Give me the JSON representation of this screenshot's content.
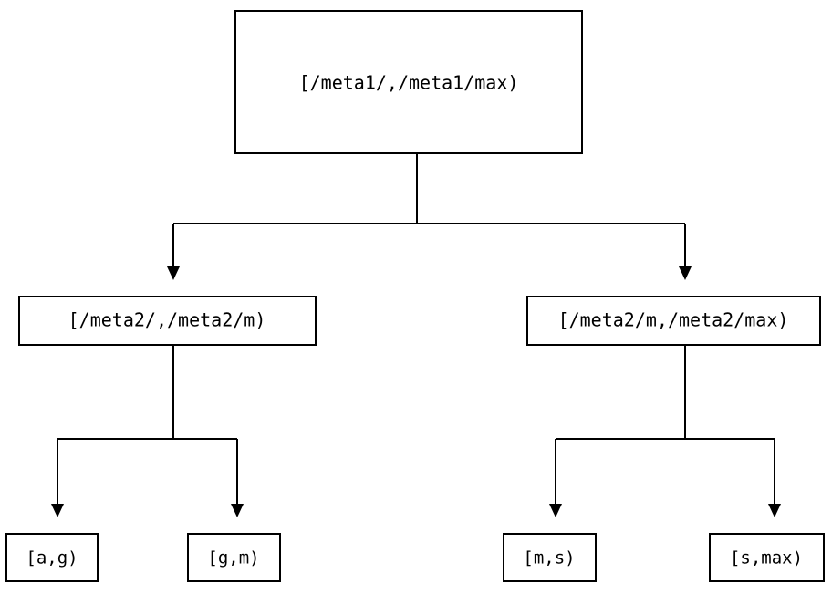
{
  "diagram": {
    "type": "tree",
    "title": "",
    "background_color": "#ffffff",
    "line_color": "#000000",
    "text_color": "#000000",
    "nodes": {
      "root": {
        "label": "[/meta1/,/meta1/max)",
        "level": 0
      },
      "mid_left": {
        "label": "[/meta2/,/meta2/m)",
        "level": 1
      },
      "mid_right": {
        "label": "[/meta2/m,/meta2/max)",
        "level": 1
      },
      "leaf_1": {
        "label": "[a,g)",
        "level": 2
      },
      "leaf_2": {
        "label": "[g,m)",
        "level": 2
      },
      "leaf_3": {
        "label": "[m,s)",
        "level": 2
      },
      "leaf_4": {
        "label": "[s,max)",
        "level": 2
      }
    },
    "edges": [
      {
        "from": "root",
        "to": "mid_left",
        "arrow": true
      },
      {
        "from": "root",
        "to": "mid_right",
        "arrow": true
      },
      {
        "from": "mid_left",
        "to": "leaf_1",
        "arrow": true
      },
      {
        "from": "mid_left",
        "to": "leaf_2",
        "arrow": true
      },
      {
        "from": "mid_right",
        "to": "leaf_3",
        "arrow": true
      },
      {
        "from": "mid_right",
        "to": "leaf_4",
        "arrow": true
      }
    ]
  }
}
